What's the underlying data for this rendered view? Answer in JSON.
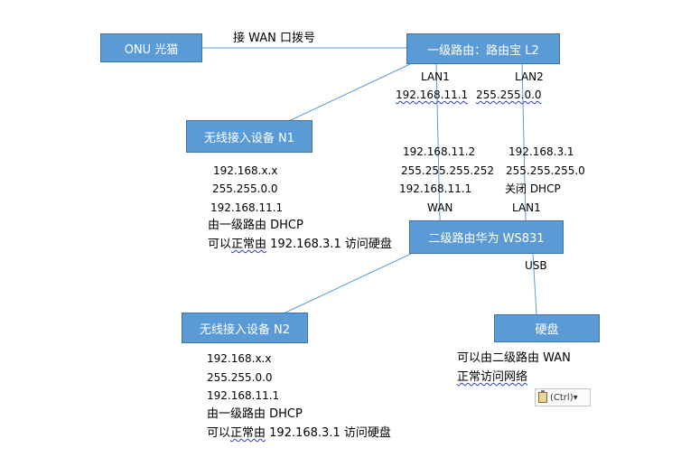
{
  "nodes": {
    "onu": "ONU 光猫",
    "l1_router": "一级路由：路由宝 L2",
    "n1": "无线接入设备 N1",
    "l2_router": "二级路由华为 WS831",
    "n2": "无线接入设备 N2",
    "disk": "硬盘"
  },
  "labels": {
    "wan_dial": "接 WAN 口拨号",
    "lan1_top": "LAN1",
    "lan2_top": "LAN2",
    "l1_ip": "192.168.11.1",
    "l1_mask": "255.255.0.0",
    "wan_ip": "192.168.11.2",
    "wan_mask": "255.255.255.252",
    "wan_gw": "192.168.11.1",
    "wan_port": "WAN",
    "lan_ip": "192.168.3.1",
    "lan_mask": "255.255.255.0",
    "lan_dhcp": "关闭 DHCP",
    "lan1_bottom": "LAN1",
    "usb": "USB"
  },
  "n1_info": {
    "ip": "192.168.x.x",
    "mask": "255.255.0.0",
    "gw": "192.168.11.1",
    "dhcp": "由一级路由 DHCP",
    "access_pre": "可以",
    "access_mid": "正常由",
    "access_post": " 192.168.3.1 访问硬盘"
  },
  "n2_info": {
    "ip": "192.168.x.x",
    "mask": "255.255.0.0",
    "gw": "192.168.11.1",
    "dhcp": "由一级路由 DHCP",
    "access_pre": "可以",
    "access_mid": "正常由",
    "access_post": " 192.168.3.1 访问硬盘"
  },
  "disk_info": {
    "line1": "可以由二级路由  WAN",
    "line2": "正常访问网络"
  },
  "paste_button": "(Ctrl)▾"
}
